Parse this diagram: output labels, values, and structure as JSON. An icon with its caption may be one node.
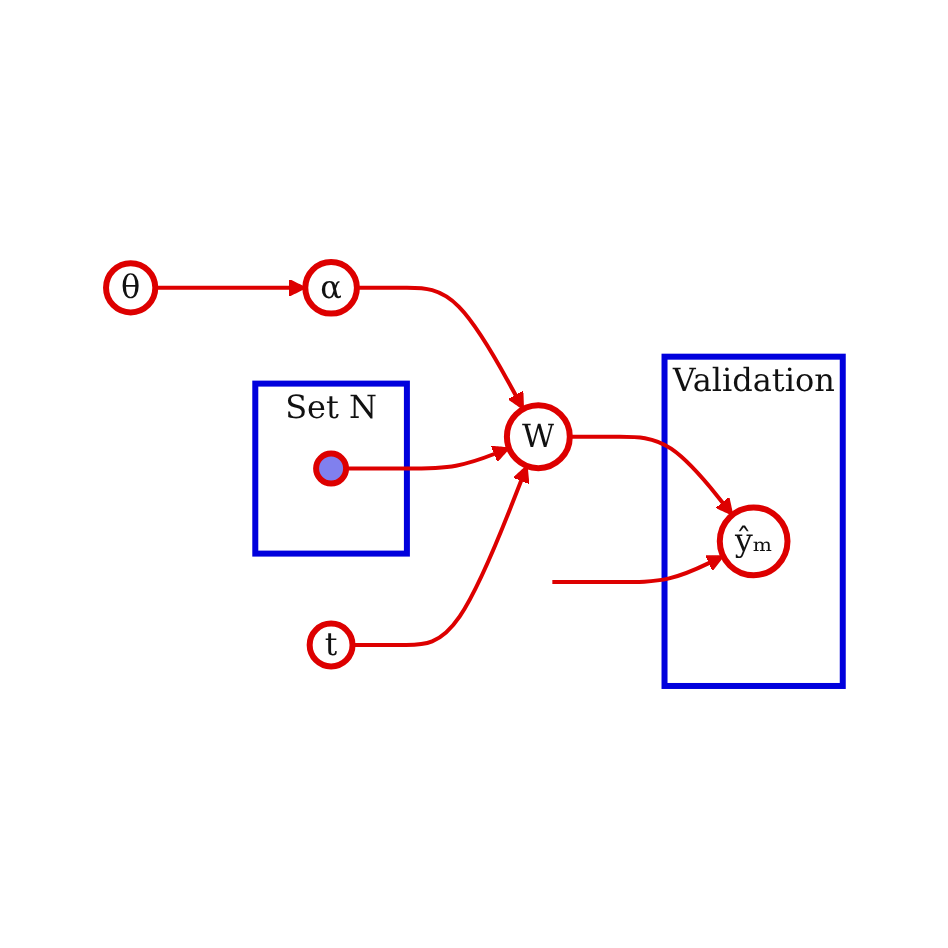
{
  "diagram": {
    "nodes": [
      {
        "text": [
          "Set",
          "N"
        ]
      },
      {
        "text": [],
        "shape": "circle",
        "in": 0
      },
      {
        "text": [
          "α"
        ]
      },
      {
        "text": [
          "θ"
        ]
      },
      {
        "text": [
          "W"
        ]
      },
      {
        "text": [
          "t"
        ]
      },
      {
        "text": [
          "Validation"
        ]
      },
      {
        "text": [
          "ŷₘ"
        ],
        "in": 6
      }
    ],
    "edges": [
      {
        "from": 3,
        "to": 2,
        "arrow": "to"
      },
      {
        "from": 2,
        "to": 4,
        "arrow": "to"
      },
      {
        "from": 1,
        "to": 4,
        "arrow": "to"
      },
      {
        "from": 5,
        "to": 4,
        "arrow": "to"
      },
      {
        "from": 4,
        "to": 7,
        "arrow": "to"
      },
      {
        "from": null,
        "to": 7,
        "arrow": "to"
      }
    ]
  }
}
